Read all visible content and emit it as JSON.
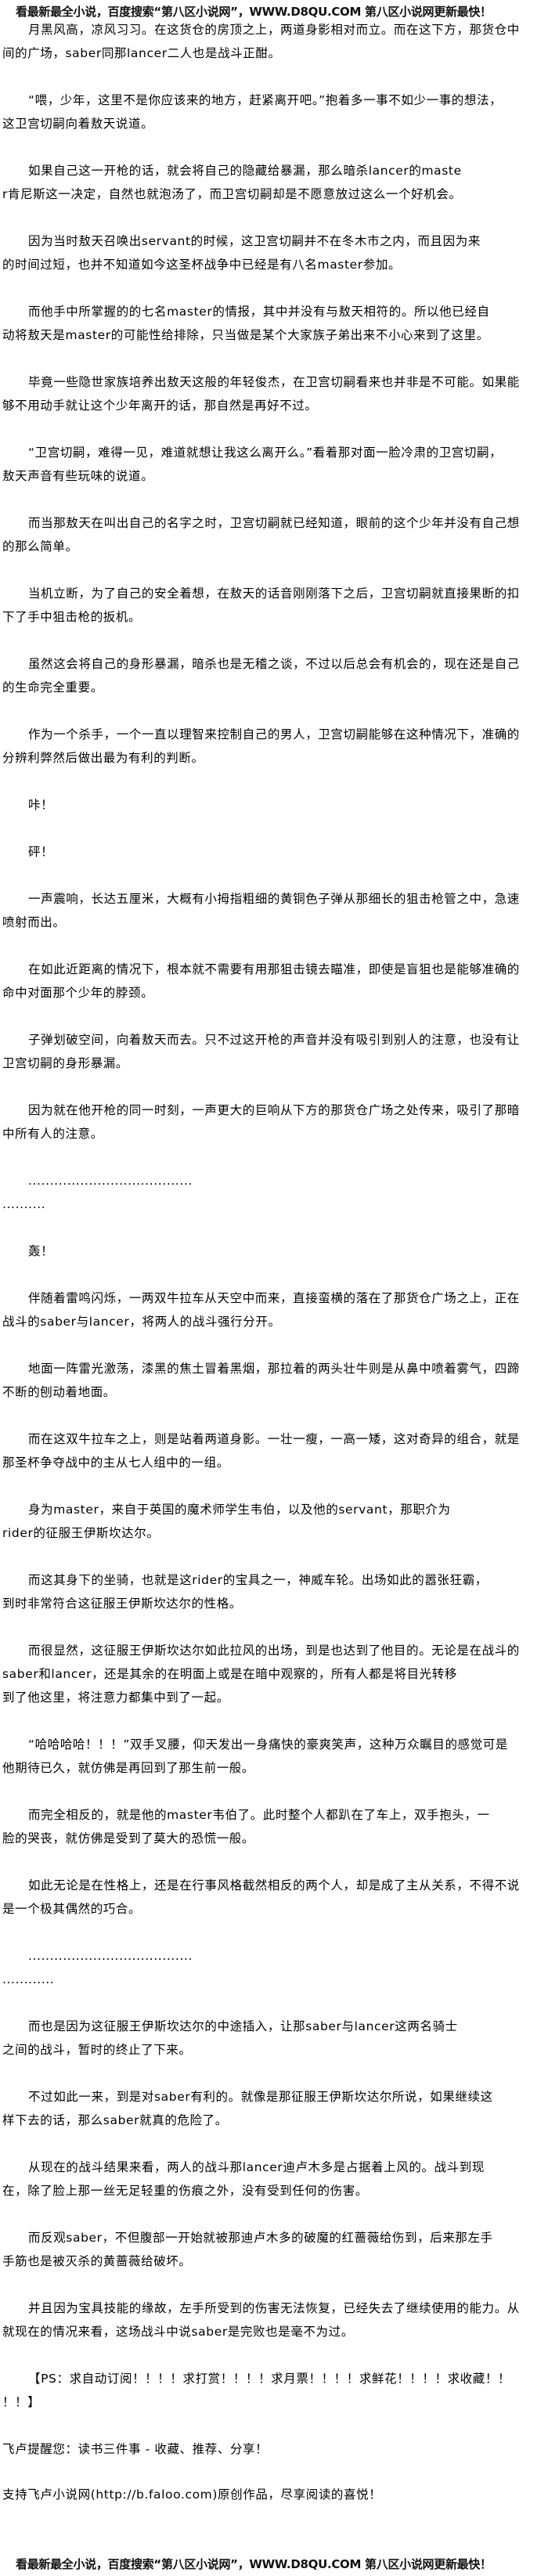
{
  "banner": "看最新最全小说，百度搜索“第八区小说网”，WWW.D8QU.COM 第八区小说网更新最快！",
  "paragraphs": [
    [
      "月黑风高，凉风习习。在这货仓的房顶之上，两道身影相对而立。而在这下方，那货仓中",
      "间的广场，saber同那lancer二人也是战斗正酣。"
    ],
    [
      "“喂，少年，这里不是你应该来的地方，赶紧离开吧。”抱着多一事不如少一事的想法，",
      "这卫宫切嗣向着敖天说道。"
    ],
    [
      "如果自己这一开枪的话，就会将自己的隐藏给暴漏，那么暗杀lancer的maste",
      "r肯尼斯这一决定，自然也就泡汤了，而卫宫切嗣却是不愿意放过这么一个好机会。"
    ],
    [
      "因为当时敖天召唤出servant的时候，这卫宫切嗣并不在冬木市之内，而且因为来",
      "的时间过短，也并不知道如今这圣杯战争中已经是有八名master参加。"
    ],
    [
      "而他手中所掌握的的七名master的情报，其中并没有与敖天相符的。所以他已经自",
      "动将敖天是master的可能性给排除，只当做是某个大家族子弟出来不小心来到了这里。"
    ],
    [
      "毕竟一些隐世家族培养出敖天这般的年轻俊杰，在卫宫切嗣看来也并非是不可能。如果能",
      "够不用动手就让这个少年离开的话，那自然是再好不过。"
    ],
    [
      "“卫宫切嗣，难得一见，难道就想让我这么离开么。”看着那对面一脸冷肃的卫宫切嗣，",
      "敖天声音有些玩味的说道。"
    ],
    [
      "而当那敖天在叫出自己的名字之时，卫宫切嗣就已经知道，眼前的这个少年并没有自己想",
      "的那么简单。"
    ],
    [
      "当机立断，为了自己的安全着想，在敖天的话音刚刚落下之后，卫宫切嗣就直接果断的扣",
      "下了手中狙击枪的扳机。"
    ],
    [
      "虽然这会将自己的身形暴漏，暗杀也是无稽之谈，不过以后总会有机会的，现在还是自己",
      "的生命完全重要。"
    ],
    [
      "作为一个杀手，一个一直以理智来控制自己的男人，卫宫切嗣能够在这种情况下，准确的",
      "分辨利弊然后做出最为有利的判断。"
    ],
    [
      "咔！"
    ],
    [
      "砰！"
    ],
    [
      "一声震响，长达五厘米，大概有小拇指粗细的黄铜色子弹从那细长的狙击枪管之中，急速",
      "喷射而出。"
    ],
    [
      "在如此近距离的情况下，根本就不需要有用那狙击镜去瞄准，即使是盲狙也是能够准确的",
      "命中对面那个少年的脖颈。"
    ],
    [
      "子弹划破空间，向着敖天而去。只不过这开枪的声音并没有吸引到别人的注意，也没有让",
      "卫宫切嗣的身形暴漏。"
    ],
    [
      "因为就在他开枪的同一时刻，一声更大的巨响从下方的那货仓广场之处传来，吸引了那暗",
      "中所有人的注意。"
    ],
    [
      "......................................",
      ".........."
    ],
    [
      "轰！"
    ],
    [
      "伴随着雷鸣闪烁，一两双牛拉车从天空中而来，直接蛮横的落在了那货仓广场之上，正在",
      "战斗的saber与lancer，将两人的战斗强行分开。"
    ],
    [
      "地面一阵雷光激荡，漆黑的焦土冒着黑烟，那拉着的两头壮牛则是从鼻中喷着雾气，四蹄",
      "不断的刨动着地面。"
    ],
    [
      "而在这双牛拉车之上，则是站着两道身影。一壮一瘦，一高一矮，这对奇异的组合，就是",
      "那圣杯争夺战中的主从七人组中的一组。"
    ],
    [
      "身为master，来自于英国的魔术师学生韦伯，以及他的servant，那职介为",
      "rider的征服王伊斯坎达尔。"
    ],
    [
      "而这其身下的坐骑，也就是这rider的宝具之一，神威车轮。出场如此的嚣张狂霸，",
      "到时非常符合这征服王伊斯坎达尔的性格。"
    ],
    [
      "而很显然，这征服王伊斯坎达尔如此拉风的出场，到是也达到了他目的。无论是在战斗的",
      "saber和lancer，还是其余的在明面上或是在暗中观察的，所有人都是将目光转移",
      "到了他这里，将注意力都集中到了一起。"
    ],
    [
      "“哈哈哈哈！！！”双手叉腰，仰天发出一身痛快的豪爽笑声，这种万众瞩目的感觉可是",
      "他期待已久，就仿佛是再回到了那生前一般。"
    ],
    [
      "而完全相反的，就是他的master韦伯了。此时整个人都趴在了车上，双手抱头，一",
      "脸的哭丧，就仿佛是受到了莫大的恐慌一般。"
    ],
    [
      "如此无论是在性格上，还是在行事风格截然相反的两个人，却是成了主从关系，不得不说",
      "是一个极其偶然的巧合。"
    ],
    [
      "......................................",
      "............"
    ],
    [
      "而也是因为这征服王伊斯坎达尔的中途插入，让那saber与lancer这两名骑士",
      "之间的战斗，暂时的终止了下来。"
    ],
    [
      "不过如此一来，到是对saber有利的。就像是那征服王伊斯坎达尔所说，如果继续这",
      "样下去的话，那么saber就真的危险了。"
    ],
    [
      "从现在的战斗结果来看，两人的战斗那lancer迪卢木多是占据着上风的。战斗到现",
      "在，除了脸上那一丝无足轻重的伤痕之外，没有受到任何的伤害。"
    ],
    [
      "而反观saber，不但腹部一开始就被那迪卢木多的破魔的红蔷薇给伤到，后来那左手",
      "手筋也是被灭杀的黄蔷薇给破坏。"
    ],
    [
      "并且因为宝具技能的缘故，左手所受到的伤害无法恢复，已经失去了继续使用的能力。从",
      "就现在的情况来看，这场战斗中说saber是完败也是毫不为过。"
    ],
    [
      "【PS：求自动订阅！！！！求打赏！！！！求月票！！！！求鲜花！！！！求收藏！！",
      "！！】"
    ]
  ],
  "notices": [
    "飞卢提醒您：读书三件事 - 收藏、推荐、分享！",
    "支持飞卢小说网(http://b.faloo.com)原创作品，尽享阅读的喜悦！"
  ]
}
